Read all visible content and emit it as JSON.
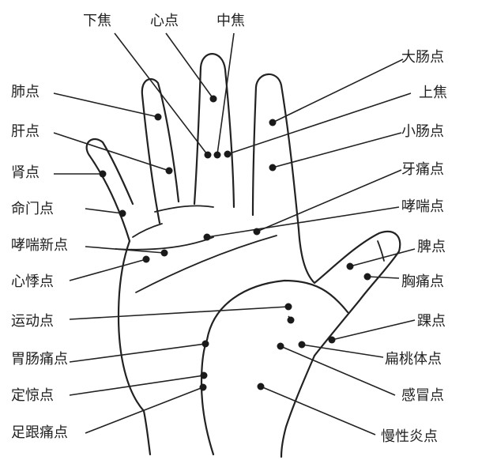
{
  "diagram": {
    "points": [
      {
        "key": "xiajiao",
        "label": "下焦"
      },
      {
        "key": "xindian",
        "label": "心点"
      },
      {
        "key": "zhongjiao",
        "label": "中焦"
      },
      {
        "key": "dachang",
        "label": "大肠点"
      },
      {
        "key": "shangjiao",
        "label": "上焦"
      },
      {
        "key": "xiaochang",
        "label": "小肠点"
      },
      {
        "key": "yatong",
        "label": "牙痛点"
      },
      {
        "key": "xiaochuan",
        "label": "哮喘点"
      },
      {
        "key": "pi",
        "label": "脾点"
      },
      {
        "key": "xiongtong",
        "label": "胸痛点"
      },
      {
        "key": "huai",
        "label": "踝点"
      },
      {
        "key": "biantaoti",
        "label": "扁桃体点"
      },
      {
        "key": "ganmao",
        "label": "感冒点"
      },
      {
        "key": "fei",
        "label": "肺点"
      },
      {
        "key": "gan",
        "label": "肝点"
      },
      {
        "key": "shen",
        "label": "肾点"
      },
      {
        "key": "mingmen",
        "label": "命门点"
      },
      {
        "key": "xiaochuanxin",
        "label": "哮喘新点"
      },
      {
        "key": "xinji",
        "label": "心悸点"
      },
      {
        "key": "yundong",
        "label": "运动点"
      },
      {
        "key": "weichangtong",
        "label": "胃肠痛点"
      },
      {
        "key": "dingjing",
        "label": "定惊点"
      },
      {
        "key": "zugentong",
        "label": "足跟痛点"
      },
      {
        "key": "partial",
        "label": "慢性炎点"
      }
    ]
  }
}
